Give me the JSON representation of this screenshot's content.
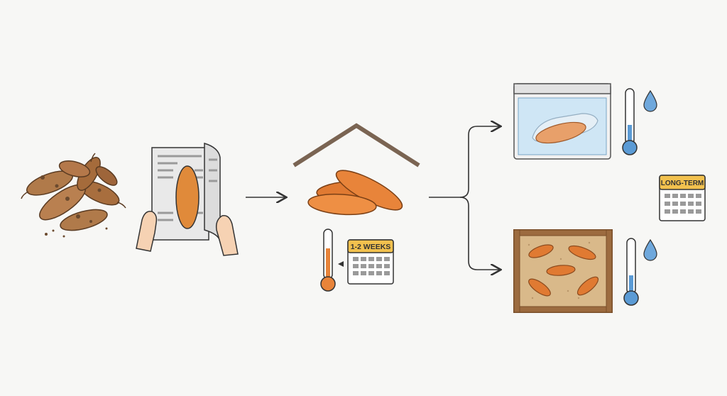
{
  "diagram": {
    "steps": [
      {
        "name": "harvested-sweet-potatoes"
      },
      {
        "name": "wrap-in-newspaper"
      },
      {
        "name": "cure-indoors"
      },
      {
        "name": "refrigerate-sealed-bag"
      },
      {
        "name": "store-in-sand-crate"
      }
    ],
    "labels": {
      "short_term": "1-2 WEEKS",
      "long_term": "LONG-TERM"
    },
    "colors": {
      "background": "#f7f7f5",
      "potato_orange": "#e8843a",
      "potato_skin": "#b07a4a",
      "outline": "#333333",
      "calendar_header": "#f2c14e",
      "thermometer_warm": "#e8843a",
      "thermometer_cold": "#5b9bd5",
      "water_drop": "#6fa8dc",
      "sand": "#d9b98a",
      "crate_wood": "#9c6b3f",
      "roof": "#7a6452"
    },
    "icons": [
      "potato-pile-icon",
      "newspaper-icon",
      "hands-icon",
      "house-roof-icon",
      "thermometer-icon",
      "calendar-icon",
      "arrow-icon",
      "fridge-bin-icon",
      "water-drop-icon",
      "sand-crate-icon"
    ]
  }
}
